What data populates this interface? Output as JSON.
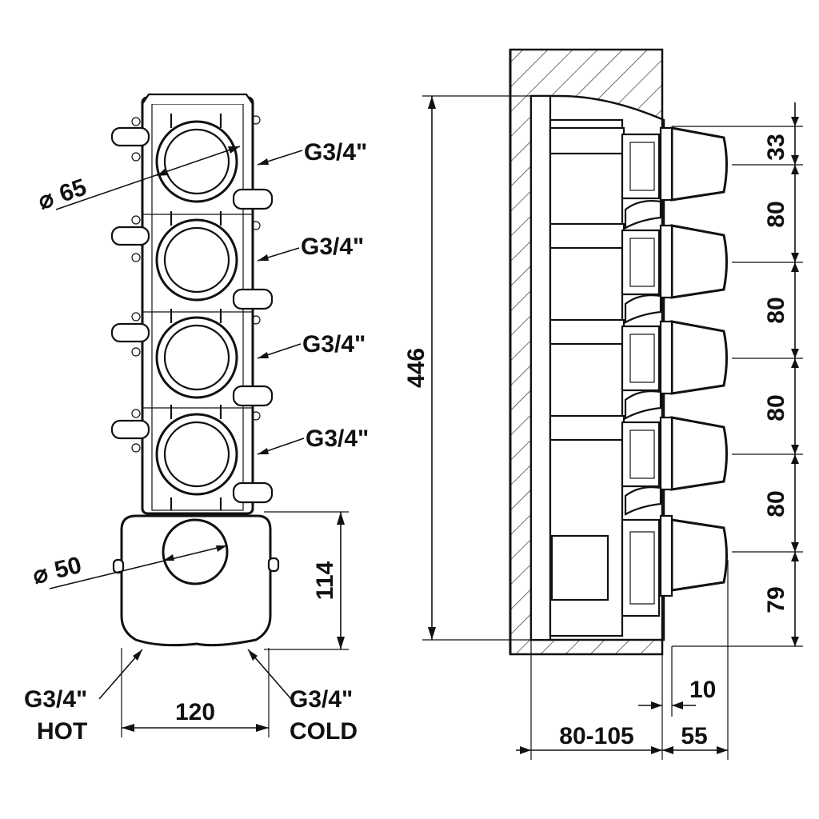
{
  "front_view": {
    "port_labels": [
      "G3/4\"",
      "G3/4\"",
      "G3/4\"",
      "G3/4\""
    ],
    "outlet_diameter": "65",
    "knob_diameter": "50",
    "diameter_symbol": "⌀",
    "knob_height": "114",
    "width": "120",
    "hot_inlet": {
      "thread": "G3/4\"",
      "name": "HOT"
    },
    "cold_inlet": {
      "thread": "G3/4\"",
      "name": "COLD"
    }
  },
  "side_view": {
    "total_height": "446",
    "spacings": [
      "33",
      "80",
      "80",
      "80",
      "80",
      "79"
    ],
    "projection": "10",
    "wall_depth": "80-105",
    "handle_depth": "55"
  }
}
